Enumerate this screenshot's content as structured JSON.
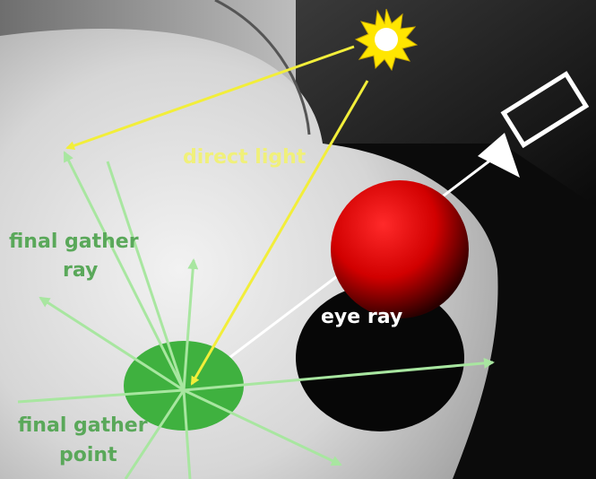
{
  "labels": {
    "direct_light": "direct light",
    "final_gather_ray_line1": "final gather",
    "final_gather_ray_line2": "ray",
    "eye_ray": "eye ray",
    "final_gather_point_line1": "final gather",
    "final_gather_point_line2": "point"
  },
  "colors": {
    "direct_light_ray": "#f2ee3a",
    "final_gather_ray": "#a8e6a0",
    "eye_ray": "#ffffff",
    "label_direct_light": "#f0f07a",
    "label_final_gather": "#5aa85a",
    "label_eye_ray": "#ffffff",
    "sphere": "#d60000",
    "gather_patch": "#3fb13f",
    "sun": "#ffe600"
  },
  "icons": {
    "light_source": "sun-icon",
    "viewer": "camera-icon"
  }
}
